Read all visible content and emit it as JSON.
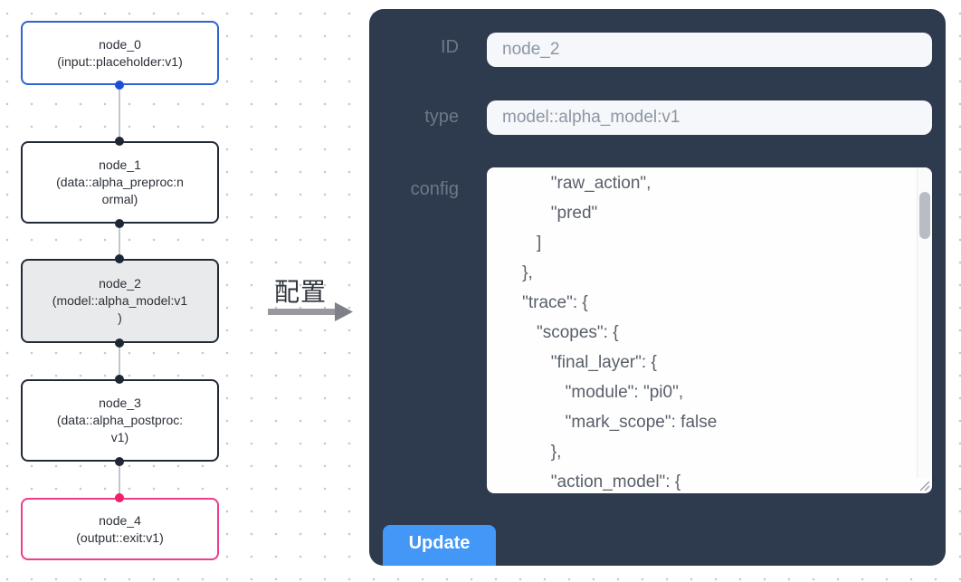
{
  "flowchart": {
    "nodes": [
      {
        "id": "node_0",
        "lines": [
          "node_0",
          "(input::placeholder:v1)"
        ]
      },
      {
        "id": "node_1",
        "lines": [
          "node_1",
          "(data::alpha_preproc:n",
          "ormal)"
        ]
      },
      {
        "id": "node_2",
        "lines": [
          "node_2",
          "(model::alpha_model:v1",
          ")"
        ],
        "selected": true
      },
      {
        "id": "node_3",
        "lines": [
          "node_3",
          "(data::alpha_postproc:",
          "v1)"
        ]
      },
      {
        "id": "node_4",
        "lines": [
          "node_4",
          "(output::exit:v1)"
        ]
      }
    ],
    "colors": {
      "input_node_border": "#2f63cf",
      "default_node_border": "#222a38",
      "output_node_border": "#ee3c8e",
      "selected_node_bg": "#e9eaeb",
      "input_port": "#1c4fd8",
      "default_port": "#1e2734",
      "output_port": "#f11d6d",
      "edge": "#c2c6cc"
    }
  },
  "transfer": {
    "label": "配置"
  },
  "panel": {
    "bg_color": "#2e3a4d",
    "fields": [
      {
        "label": "ID",
        "value": "node_2"
      },
      {
        "label": "type",
        "value": "model::alpha_model:v1"
      }
    ],
    "config": {
      "label": "config",
      "text": "          \"raw_action\",\n          \"pred\"\n       ]\n    },\n    \"trace\": {\n       \"scopes\": {\n          \"final_layer\": {\n             \"module\": \"pi0\",\n             \"mark_scope\": false\n          },\n          \"action_model\": {"
    },
    "update": {
      "label": "Update",
      "color": "#4297f7"
    }
  }
}
